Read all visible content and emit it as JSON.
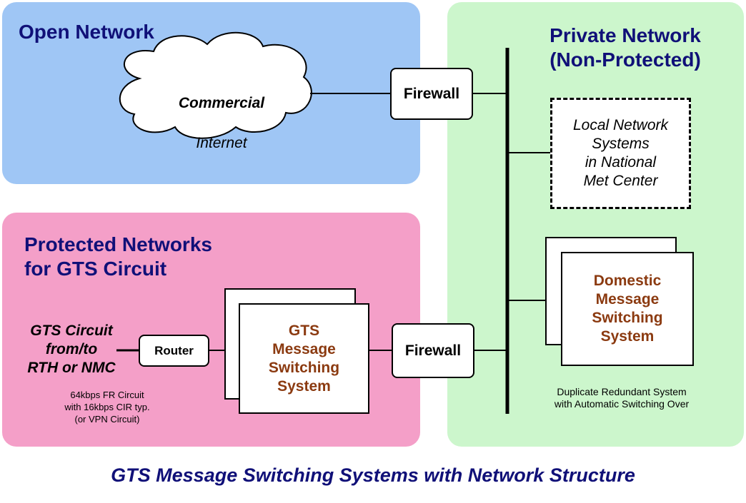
{
  "colors": {
    "open_network_fill": "#9fc6f5",
    "protected_network_fill": "#f49fc8",
    "private_network_fill": "#ccf6cc",
    "region_title_color": "#101078",
    "system_text_color": "#8b3a10",
    "caption_color": "#101078"
  },
  "regions": {
    "open": {
      "title": "Open Network"
    },
    "protected": {
      "title": "Protected Networks\nfor GTS Circuit"
    },
    "private": {
      "title": "Private Network\n(Non-Protected)"
    }
  },
  "nodes": {
    "internet": {
      "line1": "Commercial",
      "line2": "Internet"
    },
    "firewall_top": {
      "label": "Firewall"
    },
    "firewall_bottom": {
      "label": "Firewall"
    },
    "router": {
      "label": "Router"
    },
    "gts_mss": {
      "label": "GTS\nMessage\nSwitching\nSystem"
    },
    "domestic_mss": {
      "label": "Domestic\nMessage\nSwitching\nSystem"
    },
    "local_systems": {
      "label": "Local Network\nSystems\nin National\nMet Center"
    }
  },
  "notes": {
    "gts_circuit": "GTS Circuit\nfrom/to\nRTH or NMC",
    "fr_circuit": "64kbps FR Circuit\nwith 16kbps CIR typ.\n(or VPN Circuit)",
    "duplicate": "Duplicate Redundant System\nwith Automatic Switching Over"
  },
  "caption": "GTS Message Switching Systems with Network Structure"
}
